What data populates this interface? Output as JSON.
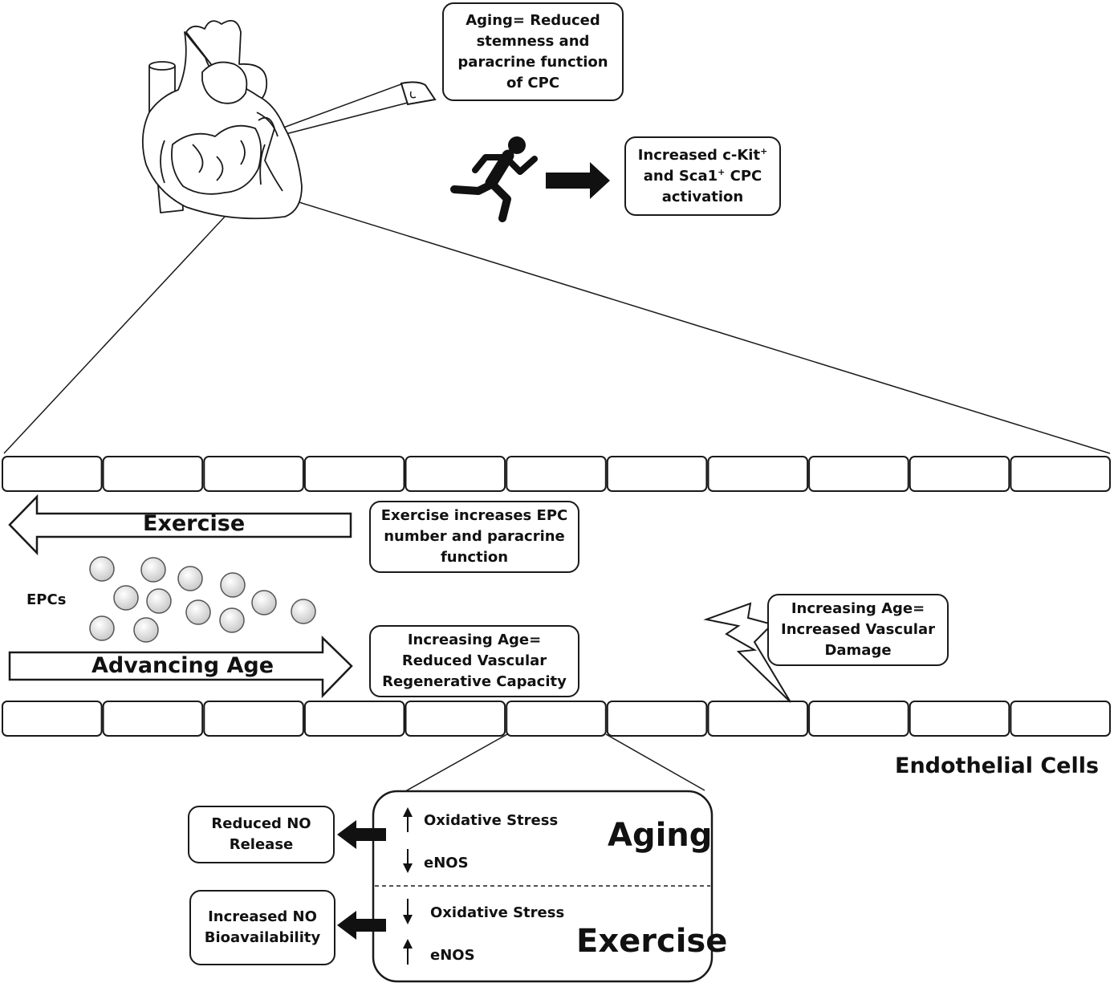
{
  "boxes": {
    "aging_cpc": "Aging= Reduced stemness and paracrine function of CPC",
    "ckit_prefix": "Increased c-Kit",
    "ckit_sup": "+",
    "ckit_mid": " and Sca1",
    "ckit_sup2": "+",
    "ckit_suffix": " CPC activation",
    "exercise_epc": "Exercise increases EPC number and paracrine function",
    "age_regen": "Increasing Age= Reduced Vascular Regenerative Capacity",
    "age_damage": "Increasing Age= Increased Vascular Damage",
    "reduced_no": "Reduced NO Release",
    "increased_no": "Increased NO Bioavailability"
  },
  "labels": {
    "exercise_arrow": "Exercise",
    "advancing_age_arrow": "Advancing Age",
    "epcs": "EPCs",
    "endothelial_cells": "Endothelial Cells"
  },
  "panel": {
    "aging_title": "Aging",
    "exercise_title": "Exercise",
    "aging_items": [
      {
        "direction": "up",
        "text": "Oxidative Stress"
      },
      {
        "direction": "down",
        "text": "eNOS"
      }
    ],
    "exercise_items": [
      {
        "direction": "down",
        "text": "Oxidative Stress"
      },
      {
        "direction": "up",
        "text": "eNOS"
      }
    ]
  },
  "icons": [
    "heart-icon",
    "runner-icon",
    "lightning-icon",
    "microscope-tip-icon"
  ],
  "colors": {
    "stroke": "#1a1a1a",
    "fill": "#ffffff",
    "epc_fill": "#e6e6e6"
  }
}
